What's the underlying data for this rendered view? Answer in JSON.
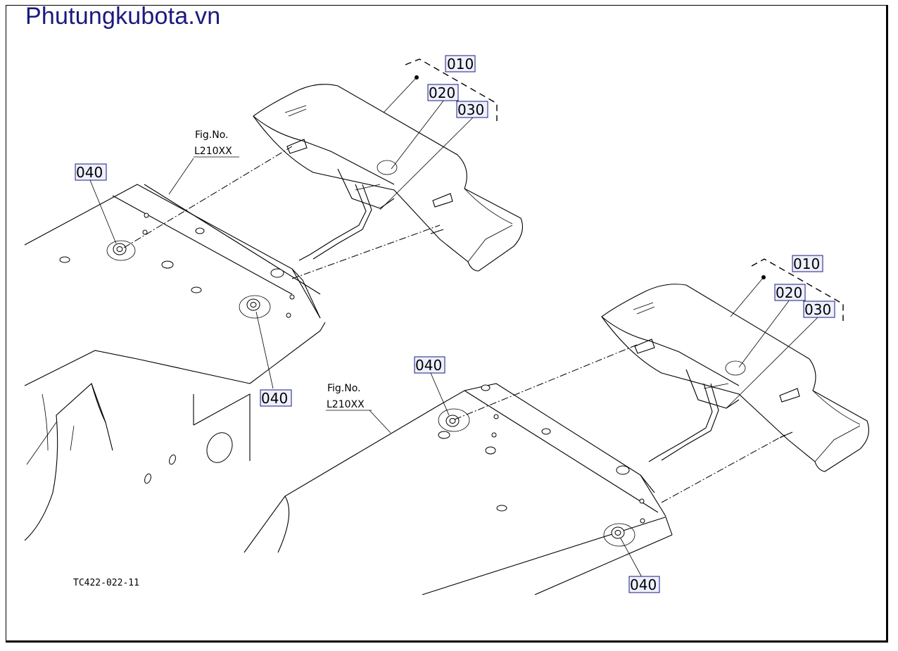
{
  "watermark": "Phutungkubota.vn",
  "drawing_code": "TC422-022-11",
  "assemblies": [
    {
      "figure_ref": {
        "line1": "Fig.No.",
        "line2": "L210XX"
      },
      "parts": {
        "p010": "010",
        "p020": "020",
        "p030": "030",
        "p040a": "040",
        "p040b": "040"
      }
    },
    {
      "figure_ref": {
        "line1": "Fig.No.",
        "line2": "L210XX"
      },
      "parts": {
        "p010": "010",
        "p020": "020",
        "p030": "030",
        "p040a": "040",
        "p040b": "040"
      }
    }
  ]
}
